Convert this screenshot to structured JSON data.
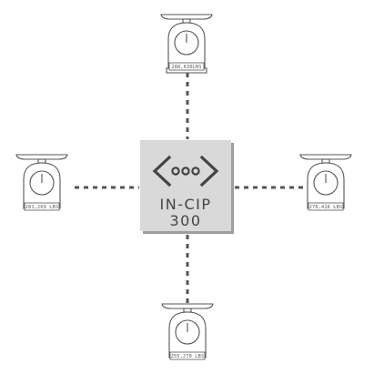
{
  "hub": {
    "line1": "IN-CIP",
    "line2": "300",
    "icon": "code-brackets-icon"
  },
  "scales": [
    {
      "id": "top",
      "weight": "288,630LBS"
    },
    {
      "id": "left",
      "weight": "281,269 LBS"
    },
    {
      "id": "right",
      "weight": "276,416 LBS"
    },
    {
      "id": "bottom",
      "weight": "255,270 LBS"
    }
  ],
  "colors": {
    "hub_fill": "#d9d9d9",
    "hub_shadow": "#9e9e9e",
    "stroke": "#555555",
    "connector": "#555555"
  }
}
